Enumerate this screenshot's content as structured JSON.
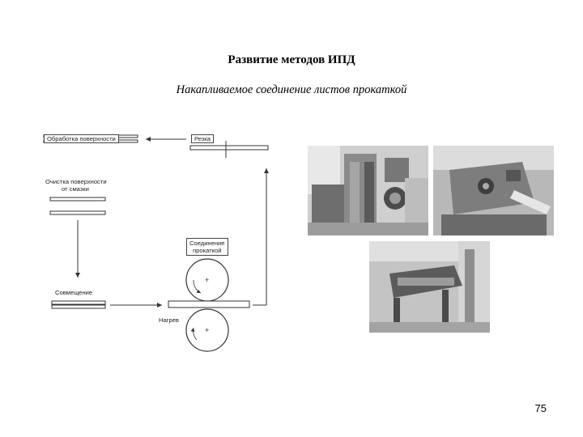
{
  "slide": {
    "title": "Развитие методов ИПД",
    "subtitle": "Накапливаемое соединение листов прокаткой",
    "page_number": "75"
  },
  "diagram": {
    "surface_treatment": "Обработка поверхности",
    "cutting": "Резка",
    "degreasing_line1": "Очистка поверхности",
    "degreasing_line2": "от смазки",
    "stacking": "Совмещение",
    "roll_bonding_line1": "Соединение",
    "roll_bonding_line2": "прокаткой",
    "heating": "Нагрев"
  },
  "photos": [
    {
      "name": "rolling-mill-photo"
    },
    {
      "name": "cutting-machine-photo"
    },
    {
      "name": "surface-brushing-machine-photo"
    }
  ]
}
